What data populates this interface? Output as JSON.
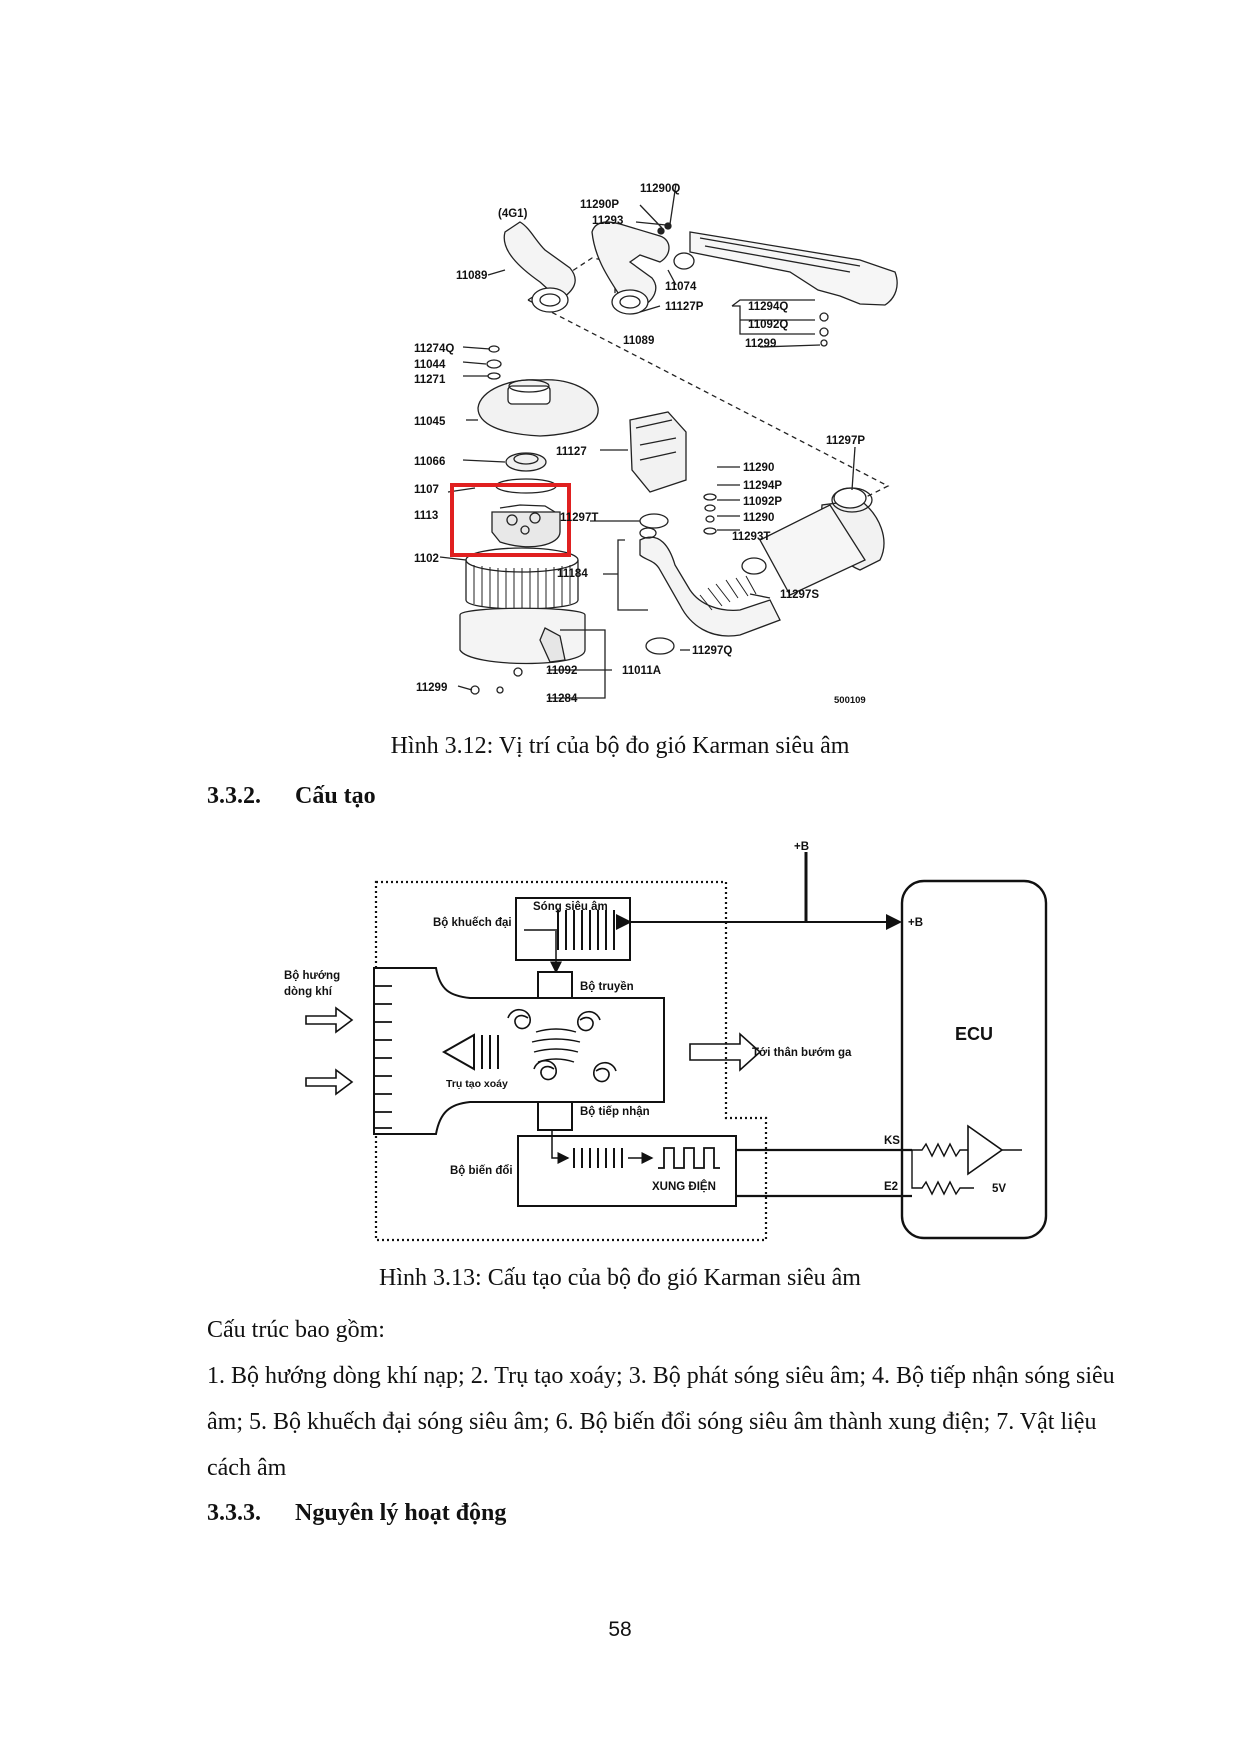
{
  "figure1": {
    "caption": "Hình 3.12: Vị trí của bộ đo gió Karman siêu âm",
    "engine_label": "(4G1)",
    "drawing_code": "500109",
    "part_numbers": [
      "11290Q",
      "11290P",
      "11293",
      "11089",
      "11074",
      "11127P",
      "11294Q",
      "11092Q",
      "11299",
      "11089",
      "11274Q",
      "11044",
      "11271",
      "11045",
      "11127",
      "11297P",
      "11066",
      "11290",
      "1107",
      "11294P",
      "1113",
      "11297T",
      "11092P",
      "11290",
      "11293T",
      "1102",
      "11184",
      "11297S",
      "11297Q",
      "11092",
      "11011A",
      "11299",
      "11284"
    ],
    "highlight_color": "#e02020"
  },
  "section_structure": {
    "number": "3.3.2.",
    "title": "Cấu tạo"
  },
  "figure2": {
    "caption": "Hình 3.13: Cấu tạo của bộ đo gió Karman siêu âm",
    "labels": {
      "plus_b_top": "+B",
      "plus_b_ecu": "+B",
      "amplifier": "Bộ khuếch đại",
      "ultrasonic_wave": "Sóng siêu âm",
      "transmitter": "Bộ truyền",
      "flow_guide_line1": "Bộ hướng",
      "flow_guide_line2": "dòng khí",
      "vortex_pillar": "Trụ tạo xoáy",
      "to_throttle": "Tới thân bướm ga",
      "receiver": "Bộ tiếp nhận",
      "converter": "Bộ biến đổi",
      "pulse": "XUNG ĐIỆN",
      "ecu": "ECU",
      "ks": "KS",
      "e2": "E2",
      "five_v": "5V"
    }
  },
  "body": {
    "intro": "Cấu trúc bao gồm:",
    "list_text": "1. Bộ hướng dòng khí nạp; 2. Trụ tạo xoáy; 3. Bộ phát sóng siêu âm; 4. Bộ tiếp nhận sóng siêu âm; 5. Bộ khuếch đại sóng siêu âm; 6. Bộ biến đổi sóng siêu âm thành xung điện; 7. Vật liệu cách âm"
  },
  "section_principle": {
    "number": "3.3.3.",
    "title": "Nguyên lý hoạt động"
  },
  "page_number": "58"
}
